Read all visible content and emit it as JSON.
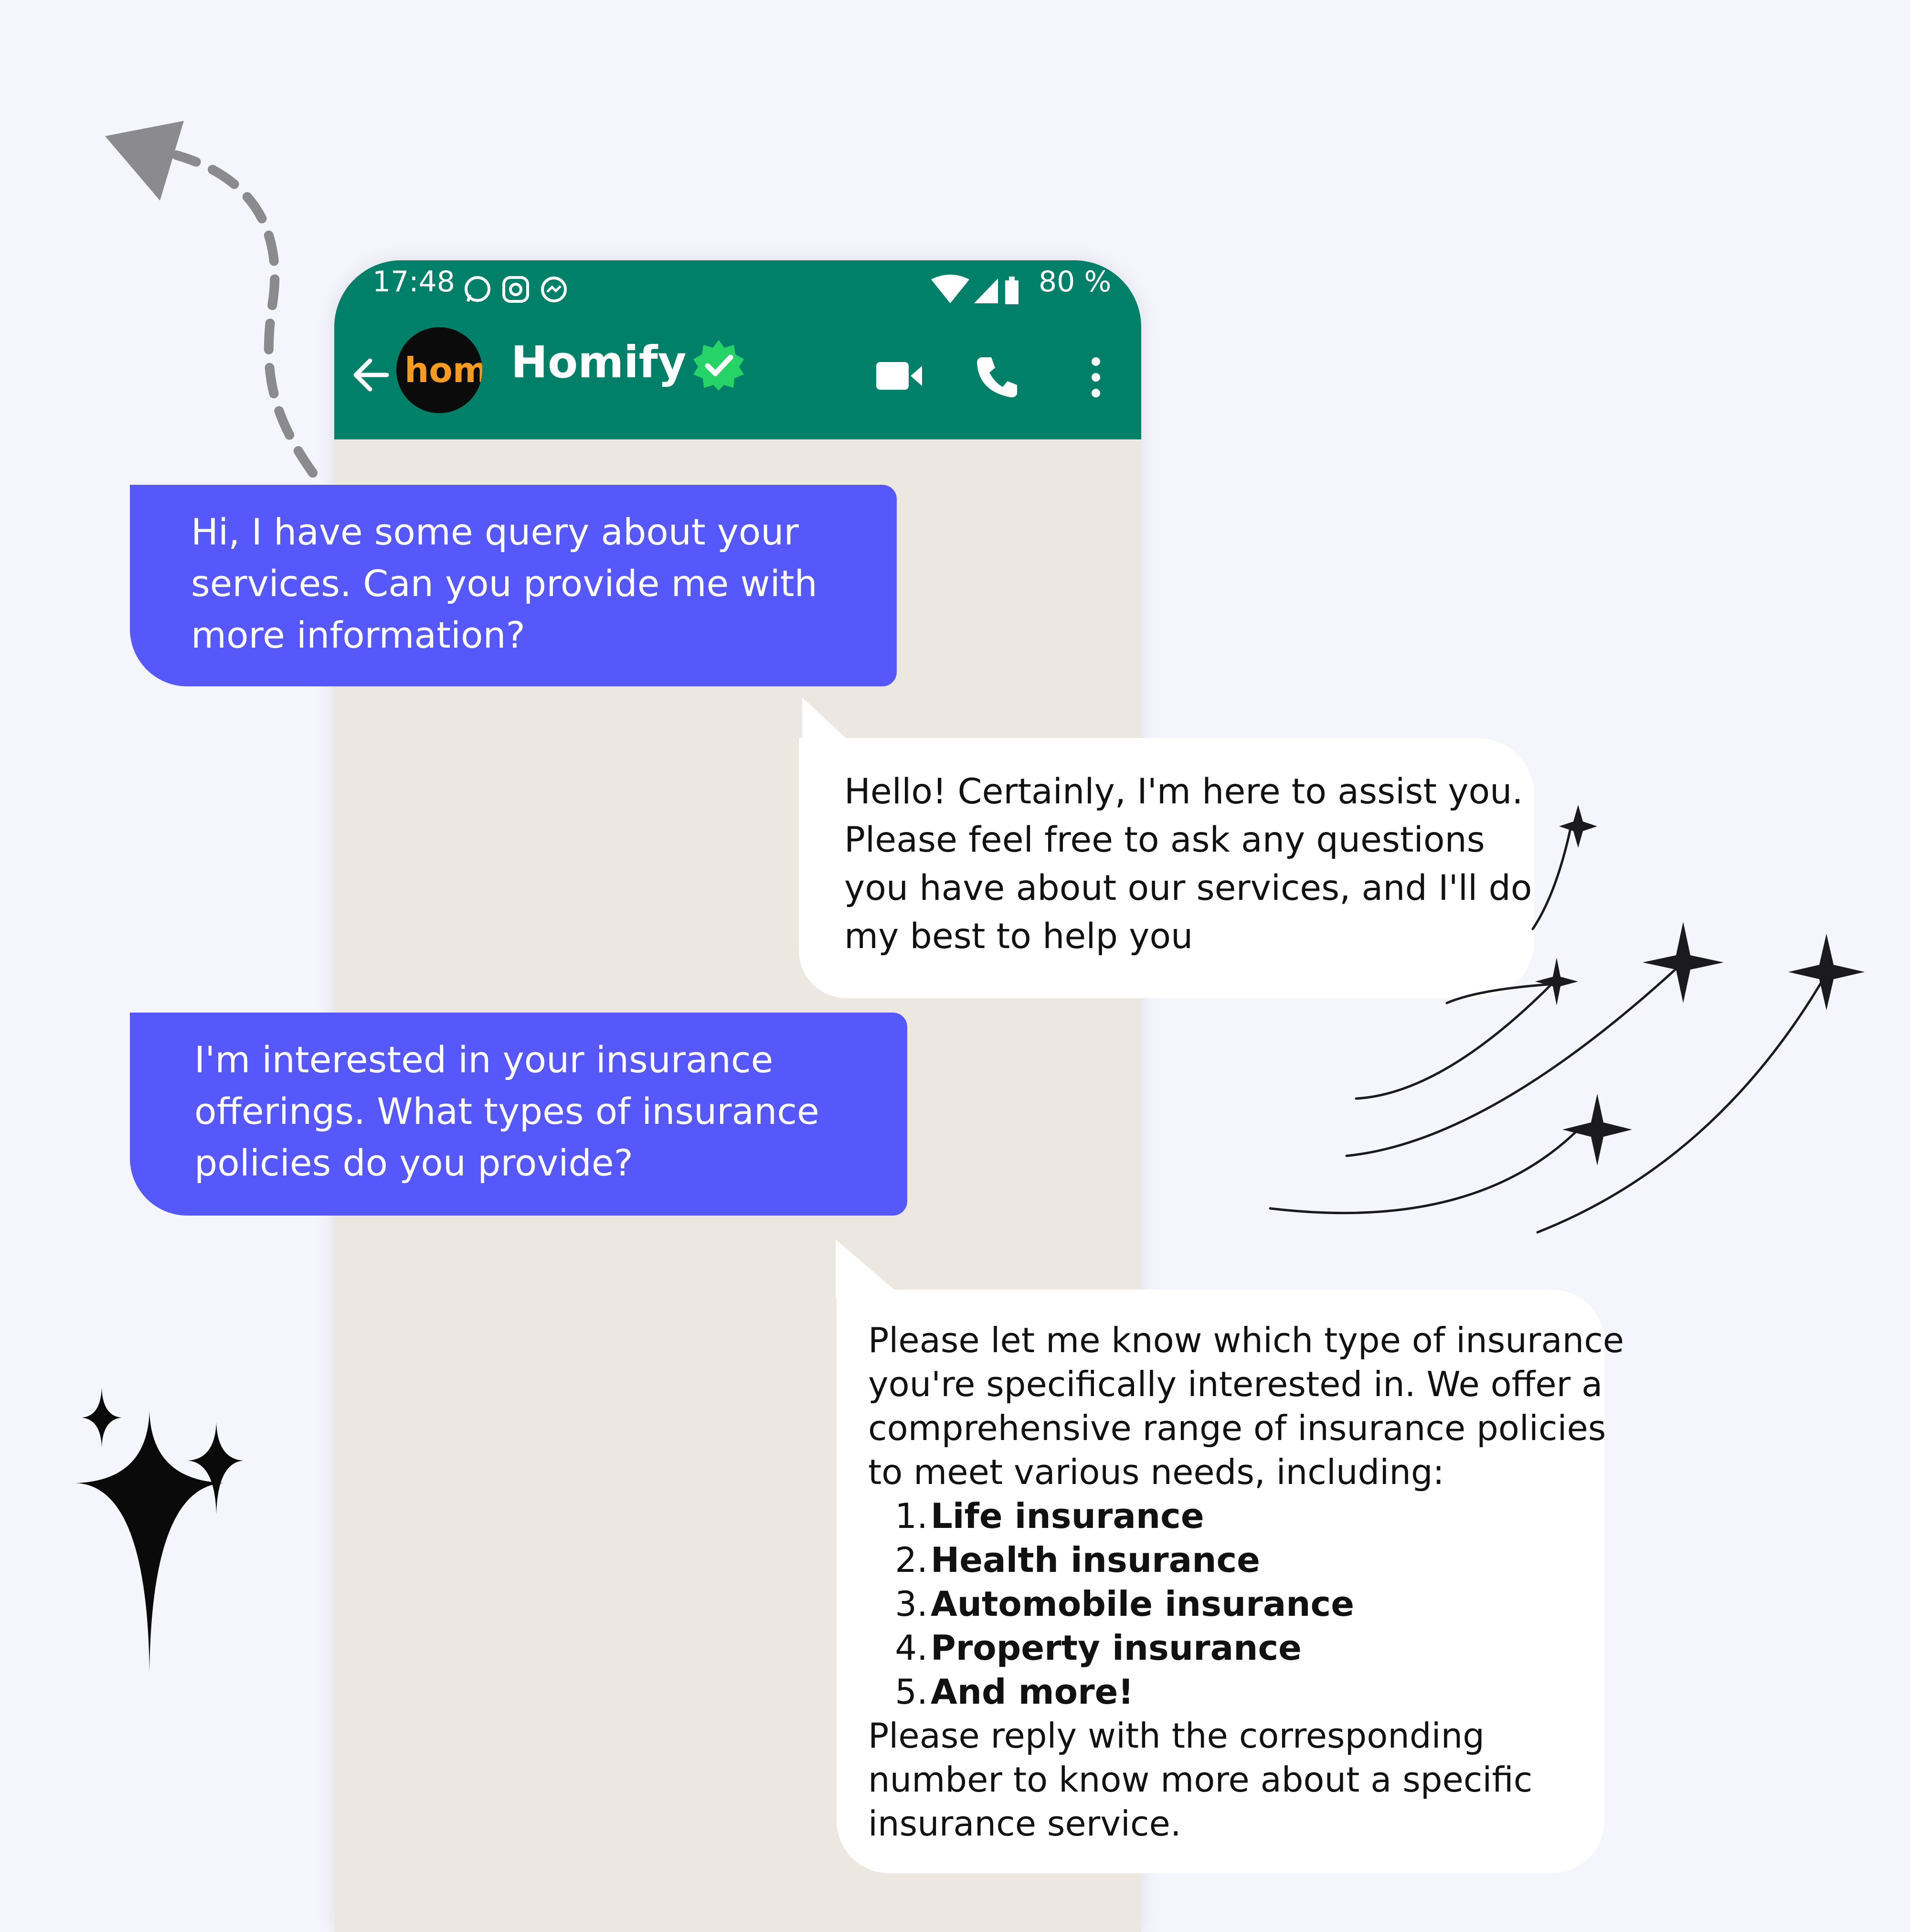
{
  "status_bar": {
    "time": "17:48",
    "battery": "80 %",
    "icons": [
      "whatsapp-icon",
      "instagram-icon",
      "messenger-icon",
      "wifi-icon",
      "signal-icon",
      "battery-icon"
    ]
  },
  "chat_header": {
    "avatar_text": "hom",
    "contact_name": "Homify",
    "verified_icon": "verified-badge-icon",
    "action_icons": [
      "video-call-icon",
      "phone-icon",
      "more-options-icon"
    ]
  },
  "messages": [
    {
      "sender": "user",
      "lines": [
        "Hi, I have some query about your",
        "services. Can you provide me with",
        "more information?"
      ]
    },
    {
      "sender": "bot",
      "lines": [
        "Hello! Certainly, I'm here to assist you.",
        "Please feel free to ask any questions",
        "you have about our services, and I'll do",
        "my best to help you"
      ]
    },
    {
      "sender": "user",
      "lines": [
        "I'm interested in your insurance",
        "offerings. What types of insurance",
        "policies do you provide?"
      ]
    },
    {
      "sender": "bot",
      "intro_lines": [
        "Please let me know which type of insurance",
        "you're specifically interested in. We offer a",
        "comprehensive range of insurance policies",
        "to meet various needs, including:"
      ],
      "list": [
        {
          "num": "1.",
          "label": "Life insurance"
        },
        {
          "num": "2.",
          "label": "Health insurance"
        },
        {
          "num": "3.",
          "label": "Automobile insurance"
        },
        {
          "num": "4.",
          "label": "Property insurance"
        },
        {
          "num": "5.",
          "label": "And more!"
        }
      ],
      "outro_lines": [
        "Please reply with the corresponding",
        "number to know more about a specific",
        "insurance service."
      ]
    }
  ],
  "colors": {
    "page_background": "#f4f5fd",
    "header_green": "#008069",
    "chat_background": "#ece8e1",
    "user_bubble": "#5658fb",
    "bot_bubble": "#ffffff",
    "verified_green": "#25d366",
    "sparkle": "#1b1b1f",
    "dashed_arrow": "#8a8a8f"
  },
  "decorations": [
    "dashed-curved-arrow-icon",
    "shooting-stars-icon",
    "sparkles-icon"
  ]
}
